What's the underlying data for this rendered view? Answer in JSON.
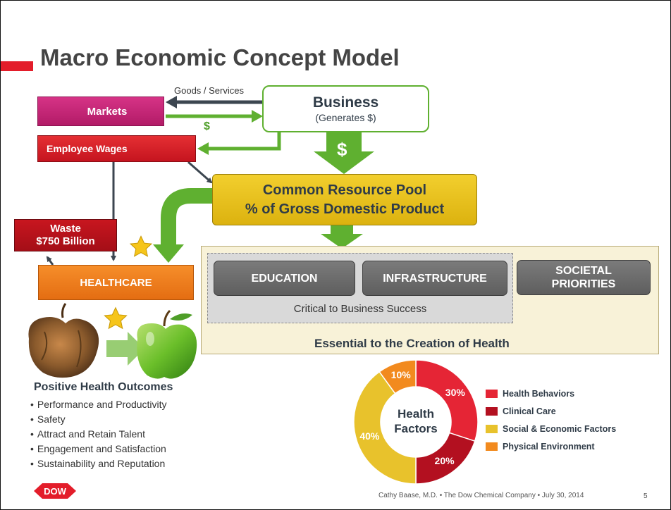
{
  "slide": {
    "title": "Macro Economic Concept Model",
    "goods_services": "Goods / Services",
    "dollar_small": "$",
    "dollar_big": "$",
    "markets": "Markets",
    "employee_wages": "Employee Wages",
    "waste_line1": "Waste",
    "waste_line2": "$750 Billion",
    "healthcare": "HEALTHCARE",
    "business_title": "Business",
    "business_subtitle": "(Generates $)",
    "pool_line1": "Common Resource Pool",
    "pool_line2": "% of Gross Domestic Product",
    "education": "EDUCATION",
    "infrastructure": "INFRASTRUCTURE",
    "societal_line1": "SOCIETAL",
    "societal_line2": "PRIORITIES",
    "critical": "Critical to Business Success",
    "essential": "Essential to the Creation of Health",
    "outcomes_title": "Positive Health Outcomes",
    "outcomes": [
      "Performance and Productivity",
      "Safety",
      "Attract and Retain Talent",
      "Engagement and Satisfaction",
      "Sustainability and Reputation"
    ],
    "footer": "Cathy Baase, M.D. • The Dow Chemical Company • July 30, 2014",
    "page_number": "5",
    "logo_text": "DOW"
  },
  "chart_data": {
    "type": "pie",
    "center_label_line1": "Health",
    "center_label_line2": "Factors",
    "categories": [
      "Health Behaviors",
      "Clinical Care",
      "Social & Economic Factors",
      "Physical Environment"
    ],
    "values": [
      30,
      20,
      40,
      10
    ],
    "labels": [
      "30%",
      "20%",
      "40%",
      "10%"
    ],
    "colors": [
      "#e52535",
      "#b31020",
      "#e8c22c",
      "#f28a1e"
    ],
    "legend_position": "right"
  },
  "colors": {
    "accent_red": "#e31d2a",
    "arrow_green": "#5fb030",
    "arrow_dark": "#3c4650",
    "star": "#f6c51a"
  },
  "icons": [
    "star-icon",
    "rotten-apple-image",
    "green-apple-image",
    "dow-logo"
  ]
}
